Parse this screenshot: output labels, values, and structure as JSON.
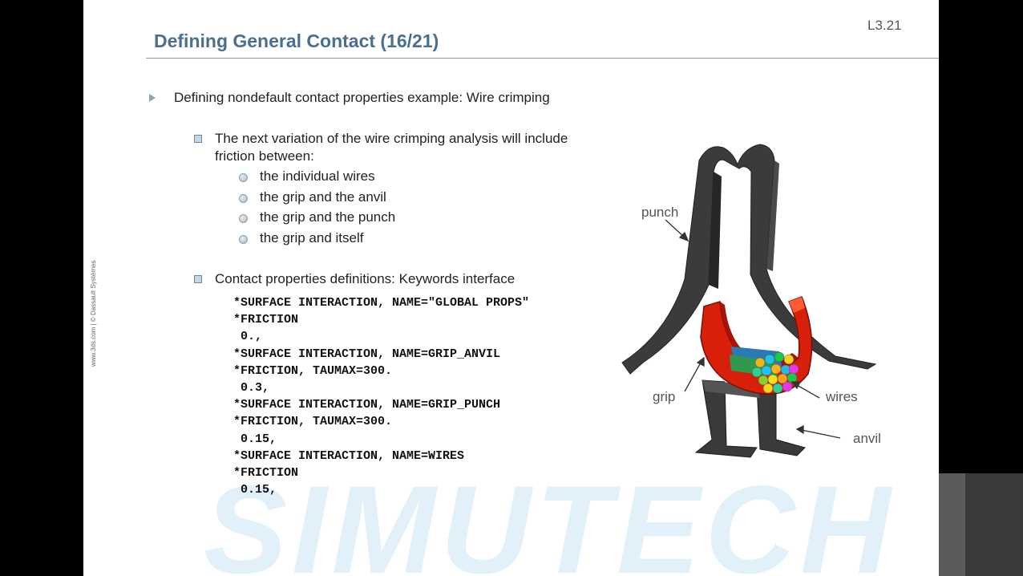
{
  "slide": {
    "title": "Defining General Contact (16/21)",
    "number": "L3.21",
    "side_text": "www.3ds.com | © Dassault Systèmes"
  },
  "bullet_main": "Defining nondefault contact properties example: Wire crimping",
  "sub1": {
    "line1": "The next variation of the wire crimping analysis will include",
    "line2": "friction between:",
    "items": [
      "the individual wires",
      "the grip and the anvil",
      "the grip and the punch",
      "the grip and itself"
    ]
  },
  "sub2": {
    "text": "Contact properties definitions: Keywords interface",
    "code": [
      "*SURFACE INTERACTION, NAME=\"GLOBAL PROPS\"",
      "*FRICTION",
      " 0.,",
      "*SURFACE INTERACTION, NAME=GRIP_ANVIL",
      "*FRICTION, TAUMAX=300.",
      " 0.3,",
      "*SURFACE INTERACTION, NAME=GRIP_PUNCH",
      "*FRICTION, TAUMAX=300.",
      " 0.15,",
      "*SURFACE INTERACTION, NAME=WIRES",
      "*FRICTION",
      " 0.15,"
    ]
  },
  "figure_labels": {
    "punch": "punch",
    "grip": "grip",
    "wires": "wires",
    "anvil": "anvil"
  },
  "watermark": "SIMUTECH",
  "colors": {
    "title": "#4b6f8e",
    "grip": "#d81f0a",
    "punch": "#3b3b3b",
    "watermark": "#4aa8dc"
  }
}
